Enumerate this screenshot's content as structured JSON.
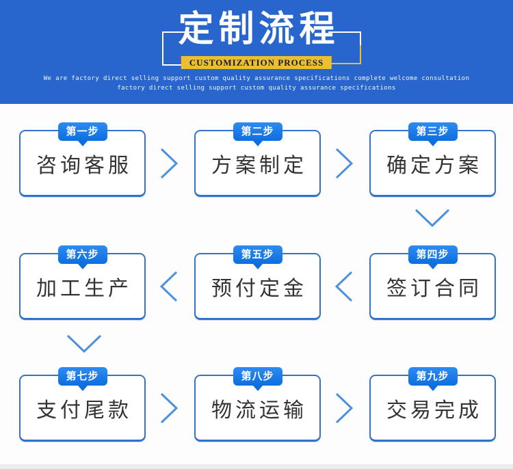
{
  "header": {
    "title": "定制流程",
    "subtitle": "CUSTOMIZATION PROCESS",
    "tagline_line1": "We are factory direct selling support custom quality assurance specifications complete welcome consultation",
    "tagline_line2": "factory direct selling support custom quality assurance specifications"
  },
  "colors": {
    "header_bg": "#2866CE",
    "accent_gold": "#EDBE2E",
    "badge_blue": "#0D6EDE",
    "box_border": "#3273C9",
    "arrow_blue": "#4A90DA",
    "step_text": "#333333",
    "subtitle_text": "#141B33"
  },
  "flow": {
    "rows": [
      {
        "arrow_between": "right",
        "steps": [
          {
            "badge": "第一步",
            "label": "咨询客服"
          },
          {
            "badge": "第二步",
            "label": "方案制定"
          },
          {
            "badge": "第三步",
            "label": "确定方案"
          }
        ]
      },
      {
        "arrow_between": "left",
        "steps": [
          {
            "badge": "第六步",
            "label": "加工生产"
          },
          {
            "badge": "第五步",
            "label": "预付定金"
          },
          {
            "badge": "第四步",
            "label": "签订合同"
          }
        ]
      },
      {
        "arrow_between": "right",
        "steps": [
          {
            "badge": "第七步",
            "label": "支付尾款"
          },
          {
            "badge": "第八步",
            "label": "物流运输"
          },
          {
            "badge": "第九步",
            "label": "交易完成"
          }
        ]
      }
    ]
  }
}
